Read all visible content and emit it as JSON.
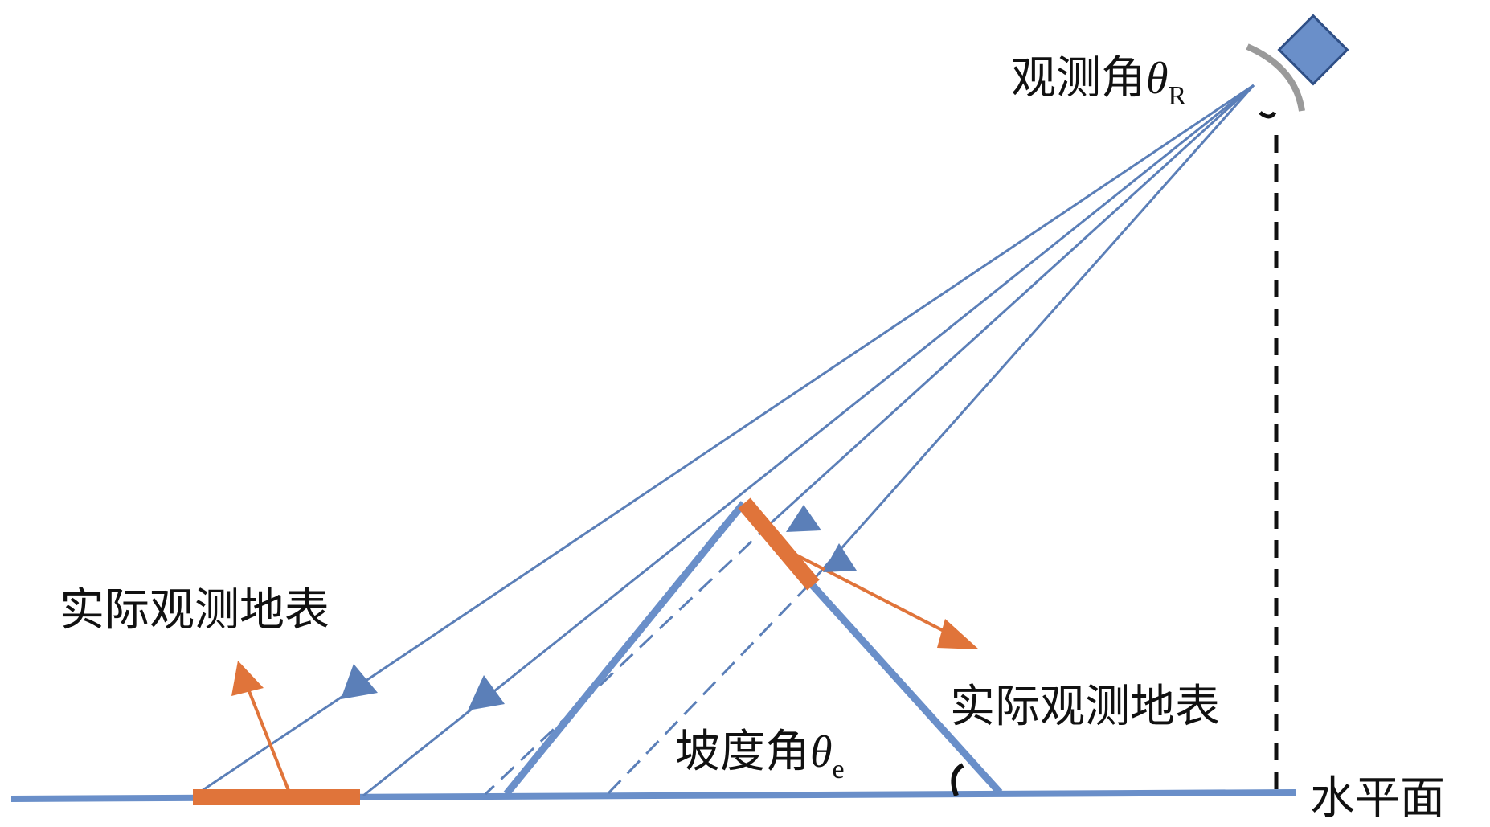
{
  "labels": {
    "observation_angle": "观测角",
    "observation_angle_symbol": "θ",
    "observation_angle_subscript": "R",
    "slope_angle": "坡度角",
    "slope_angle_symbol": "θ",
    "slope_angle_subscript": "e",
    "surface_left": "实际观测地表",
    "surface_right": "实际观测地表",
    "horizontal_plane": "水平面"
  },
  "colors": {
    "ray_blue": "#5b7fb8",
    "terrain_blue": "#6a8fc9",
    "surface_orange": "#e0743a",
    "sensor_fill": "#6a8fc9",
    "sensor_arc": "#9a9a9a",
    "dashed_black": "#111111"
  },
  "icons": {
    "sensor": "satellite-sensor-icon",
    "arrow": "arrowhead-icon",
    "angle": "angle-arc-icon"
  }
}
